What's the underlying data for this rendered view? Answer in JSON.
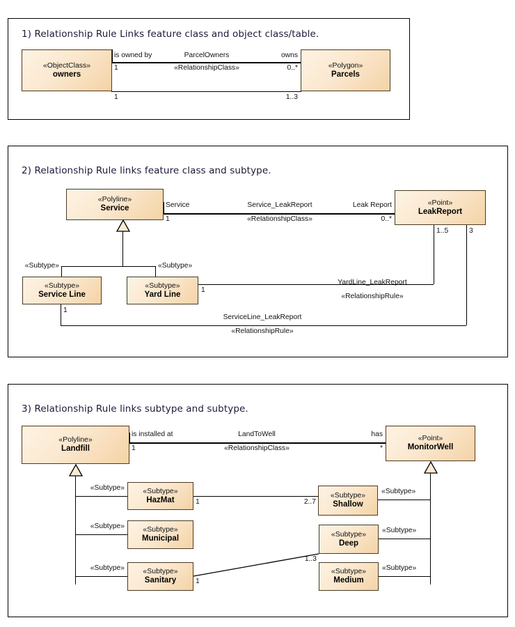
{
  "document": {
    "title": "Relationship Rule UML diagrams",
    "background": "#ffffff",
    "box_fill_light": "#fdf3e4",
    "box_fill_dark": "#f4d3a6",
    "line_color": "#000000",
    "title_color": "#1b1b3a"
  },
  "panels": [
    {
      "id": "panel-1",
      "title": "1) Relationship Rule Links feature class and object class/table.",
      "classes": [
        {
          "stereotype": "«ObjectClass»",
          "name": "owners"
        },
        {
          "stereotype": "«Polygon»",
          "name": "Parcels"
        }
      ],
      "connectors": [
        {
          "kind": "RelationshipClass",
          "name": "ParcelOwners",
          "stereotype": "«RelationshipClass»",
          "source_role": "is owned by",
          "source_mult": "1",
          "target_role": "owns",
          "target_mult": "0..*"
        },
        {
          "kind": "RelationshipRule",
          "name": "",
          "stereotype": "",
          "source_role": "",
          "source_mult": "1",
          "target_role": "",
          "target_mult": "1..3"
        }
      ]
    },
    {
      "id": "panel-2",
      "title": "2) Relationship Rule links feature class and subtype.",
      "classes": [
        {
          "stereotype": "«Polyline»",
          "name": "Service"
        },
        {
          "stereotype": "«Point»",
          "name": "LeakReport"
        },
        {
          "stereotype": "«Subtype»",
          "name": "Service Line"
        },
        {
          "stereotype": "«Subtype»",
          "name": "Yard Line"
        }
      ],
      "subtype_labels": [
        "«Subtype»",
        "«Subtype»"
      ],
      "connectors": [
        {
          "kind": "RelationshipClass",
          "name": "Service_LeakReport",
          "stereotype": "«RelationshipClass»",
          "source_role": "Service",
          "source_mult": "1",
          "target_role": "Leak Report",
          "target_mult": "0..*"
        },
        {
          "kind": "RelationshipRule",
          "name": "YardLine_LeakReport",
          "stereotype": "«RelationshipRule»",
          "source_role": "",
          "source_mult": "1",
          "target_role": "",
          "target_mult": "1..5"
        },
        {
          "kind": "RelationshipRule",
          "name": "ServiceLine_LeakReport",
          "stereotype": "«RelationshipRule»",
          "source_role": "",
          "source_mult": "1",
          "target_role": "",
          "target_mult": "3"
        }
      ]
    },
    {
      "id": "panel-3",
      "title": "3) Relationship Rule links subtype and subtype.",
      "classes": [
        {
          "stereotype": "«Polyline»",
          "name": "Landfill"
        },
        {
          "stereotype": "«Point»",
          "name": "MonitorWell"
        },
        {
          "stereotype": "«Subtype»",
          "name": "HazMat"
        },
        {
          "stereotype": "«Subtype»",
          "name": "Municipal"
        },
        {
          "stereotype": "«Subtype»",
          "name": "Sanitary"
        },
        {
          "stereotype": "«Subtype»",
          "name": "Shallow"
        },
        {
          "stereotype": "«Subtype»",
          "name": "Deep"
        },
        {
          "stereotype": "«Subtype»",
          "name": "Medium"
        }
      ],
      "subtype_labels": [
        "«Subtype»",
        "«Subtype»",
        "«Subtype»",
        "«Subtype»",
        "«Subtype»",
        "«Subtype»"
      ],
      "connectors": [
        {
          "kind": "RelationshipClass",
          "name": "LandToWell",
          "stereotype": "«RelationshipClass»",
          "source_role": "is installed at",
          "source_mult": "1",
          "target_role": "has",
          "target_mult": "*"
        },
        {
          "kind": "RelationshipRule",
          "name": "",
          "stereotype": "",
          "source_role": "",
          "source_mult": "1",
          "target_role": "",
          "target_mult": "2..7"
        },
        {
          "kind": "RelationshipRule",
          "name": "",
          "stereotype": "",
          "source_role": "",
          "source_mult": "1",
          "target_role": "",
          "target_mult": "1..3"
        }
      ]
    }
  ]
}
